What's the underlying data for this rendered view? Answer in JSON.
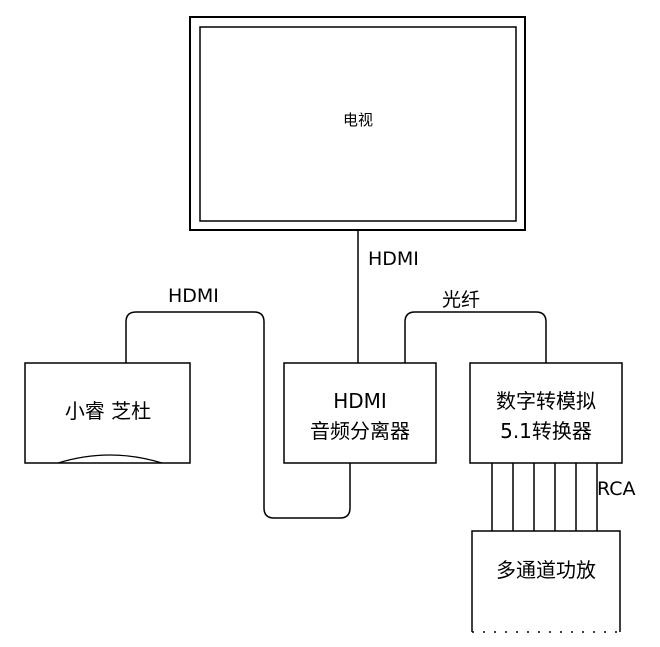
{
  "tv": {
    "label": "电视"
  },
  "tv_link": {
    "label": "HDMI"
  },
  "xiaorui": {
    "label": "小睿 芝杜"
  },
  "xiaorui_link": {
    "label": "HDMI"
  },
  "splitter": {
    "line1": "HDMI",
    "line2": "音频分离器"
  },
  "optical_link": {
    "label": "光纤"
  },
  "converter": {
    "line1": "数字转模拟",
    "line2": "5.1转换器"
  },
  "rca_link": {
    "label": "RCA"
  },
  "amplifier": {
    "label": "多通道功放"
  },
  "colors": {
    "stroke": "#000000",
    "background": "#ffffff"
  }
}
